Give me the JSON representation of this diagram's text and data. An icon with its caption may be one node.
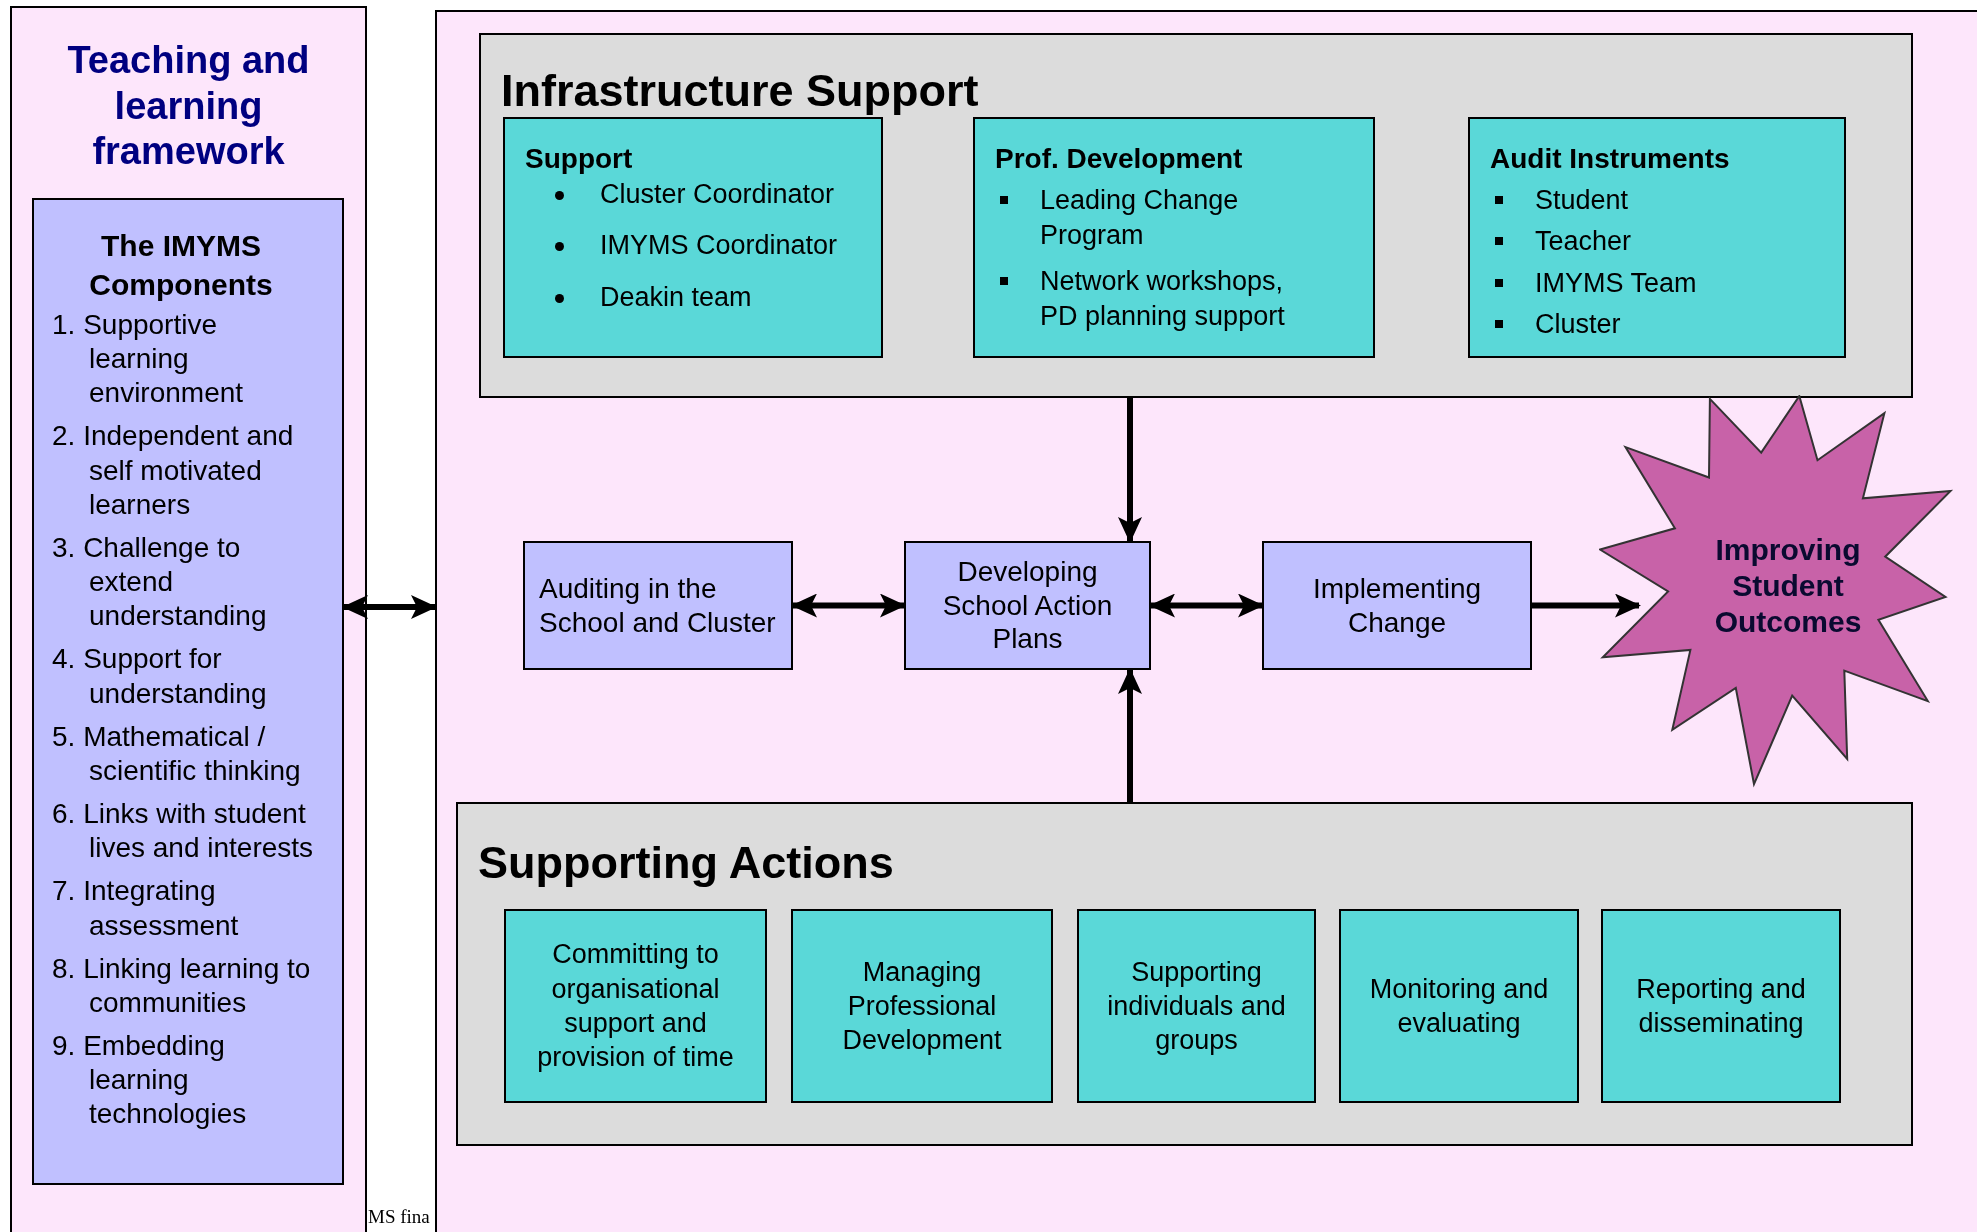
{
  "diagram": {
    "nodes": [
      {
        "text": [
          "Teaching and learning framework"
        ]
      },
      {
        "text": [
          "The IMYMS Components",
          "1. Supportive learning environment",
          "2. Independent and self motivated learners",
          "3. Challenge to extend understanding",
          "4. Support for understanding",
          "5. Mathematical / scientific thinking",
          "6. Links with student lives and interests",
          "7. Integrating assessment",
          "8. Linking learning to communities",
          "9. Embedding learning technologies"
        ],
        "in": 0
      },
      {
        "text": [],
        "shape": "box"
      },
      {
        "text": [
          "Infrastructure Support"
        ],
        "in": 2
      },
      {
        "text": [
          "Support",
          "Cluster Coordinator",
          "IMYMS Coordinator",
          "Deakin team"
        ],
        "in": 3
      },
      {
        "text": [
          "Prof. Development",
          "Leading Change Program",
          "Network workshops, PD planning support"
        ],
        "in": 3
      },
      {
        "text": [
          "Audit Instruments",
          "Student",
          "Teacher",
          "IMYMS Team",
          "Cluster"
        ],
        "in": 3
      },
      {
        "text": [
          "Auditing in the School and Cluster"
        ],
        "in": 2
      },
      {
        "text": [
          "Developing School Action Plans"
        ],
        "in": 2
      },
      {
        "text": [
          "Implementing Change"
        ],
        "in": 2
      },
      {
        "text": [
          "Improving Student Outcomes"
        ],
        "in": 2
      },
      {
        "text": [
          "Supporting Actions"
        ],
        "in": 2
      },
      {
        "text": [
          "Committing to organisational support and provision of time"
        ],
        "in": 11
      },
      {
        "text": [
          "Managing Professional Development"
        ],
        "in": 11
      },
      {
        "text": [
          "Supporting individuals and groups"
        ],
        "in": 11
      },
      {
        "text": [
          "Monitoring and evaluating"
        ],
        "in": 11
      },
      {
        "text": [
          "Reporting and disseminating"
        ],
        "in": 11
      }
    ],
    "edges": [
      {
        "from": 1,
        "to": 2,
        "arrow": "both"
      },
      {
        "from": 7,
        "to": 8,
        "arrow": "both"
      },
      {
        "from": 8,
        "to": 9,
        "arrow": "both"
      },
      {
        "from": 9,
        "to": 10,
        "arrow": "to"
      },
      {
        "from": 3,
        "to": 8,
        "arrow": "to"
      },
      {
        "from": 11,
        "to": 8,
        "arrow": "to"
      }
    ],
    "labels": [
      "MS fina"
    ]
  }
}
